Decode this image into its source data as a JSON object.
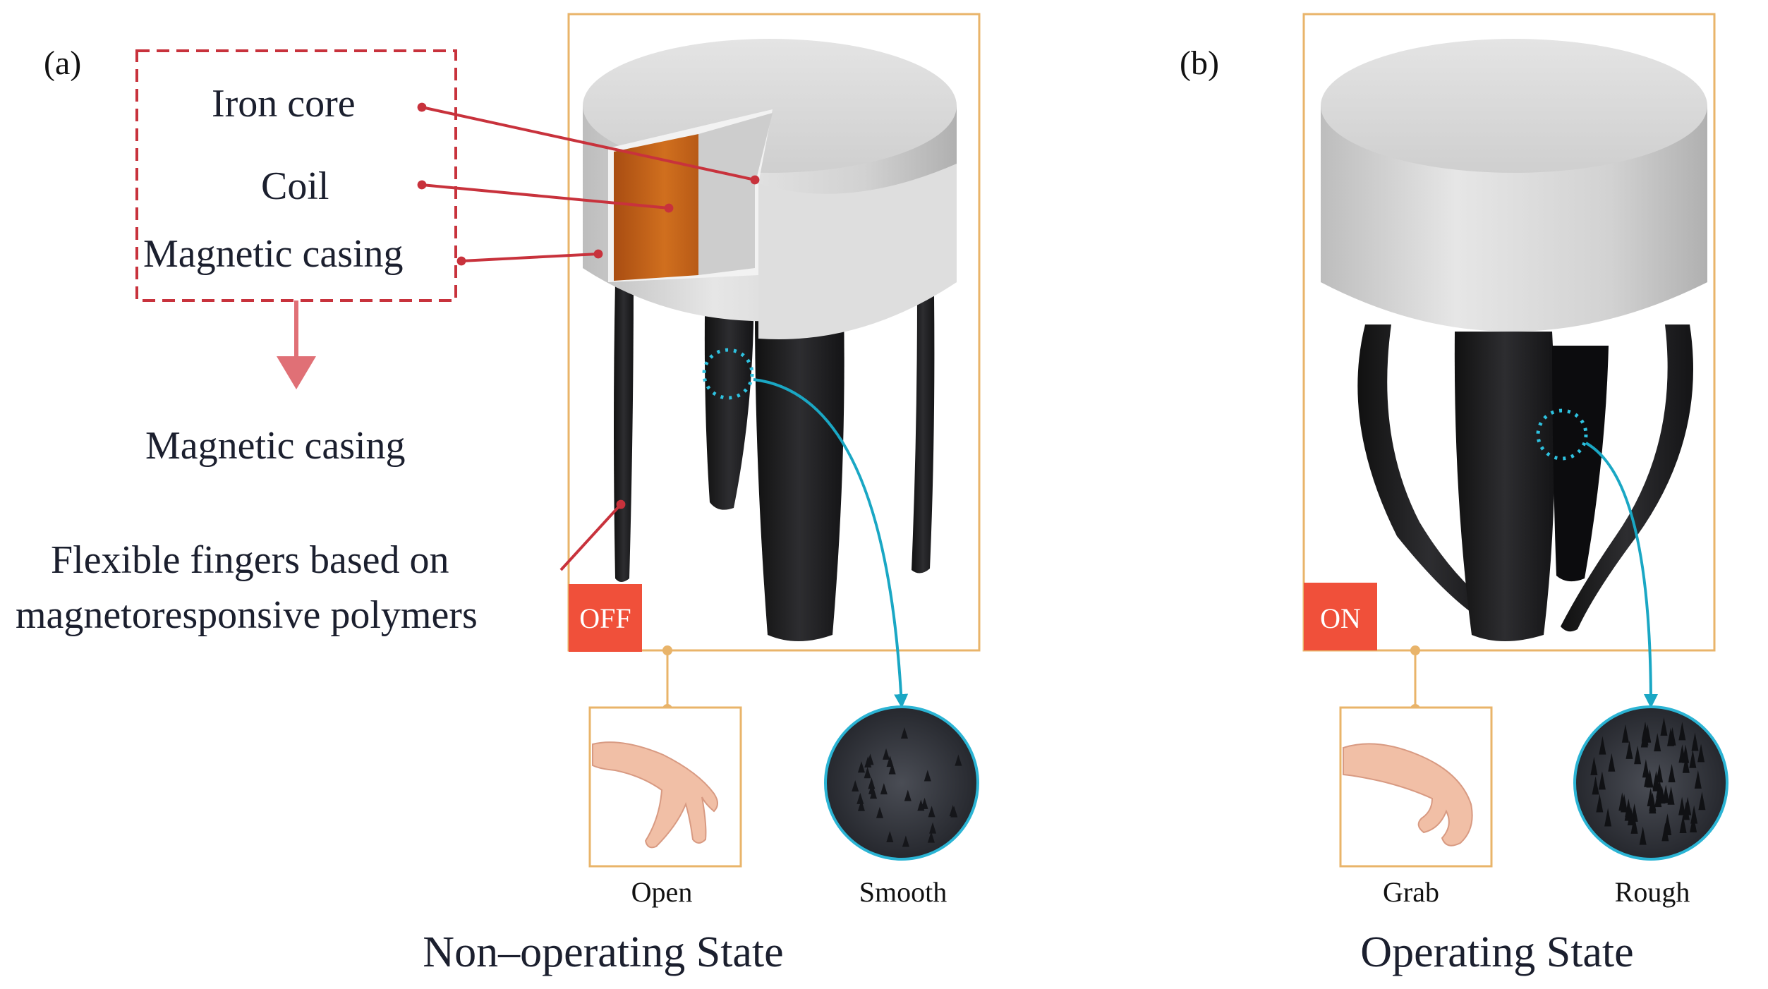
{
  "panel_a": {
    "label": "(a)",
    "callouts": {
      "iron_core": "Iron core",
      "coil": "Coil",
      "magnetic_casing": "Magnetic casing"
    },
    "magnetic_casing_result": "Magnetic casing",
    "fingers_line1": "Flexible fingers based on",
    "fingers_line2": "magnetoresponsive polymers",
    "switch": "OFF",
    "hand_state": "Open",
    "surface_state": "Smooth",
    "state_title": "Non–operating State"
  },
  "panel_b": {
    "label": "(b)",
    "switch": "ON",
    "hand_state": "Grab",
    "surface_state": "Rough",
    "state_title": "Operating State"
  },
  "colors": {
    "frame": "#e9b46a",
    "callout": "#c8323c",
    "arrow_blue": "#1aa7c4",
    "switch_bg": "#f0503a",
    "casing": "#dcdcdc",
    "finger": "#1e1e20",
    "coil": "#c0621c"
  },
  "icons": [
    "hand-open-icon",
    "hand-grab-icon",
    "smooth-texture-icon",
    "rough-texture-icon"
  ]
}
